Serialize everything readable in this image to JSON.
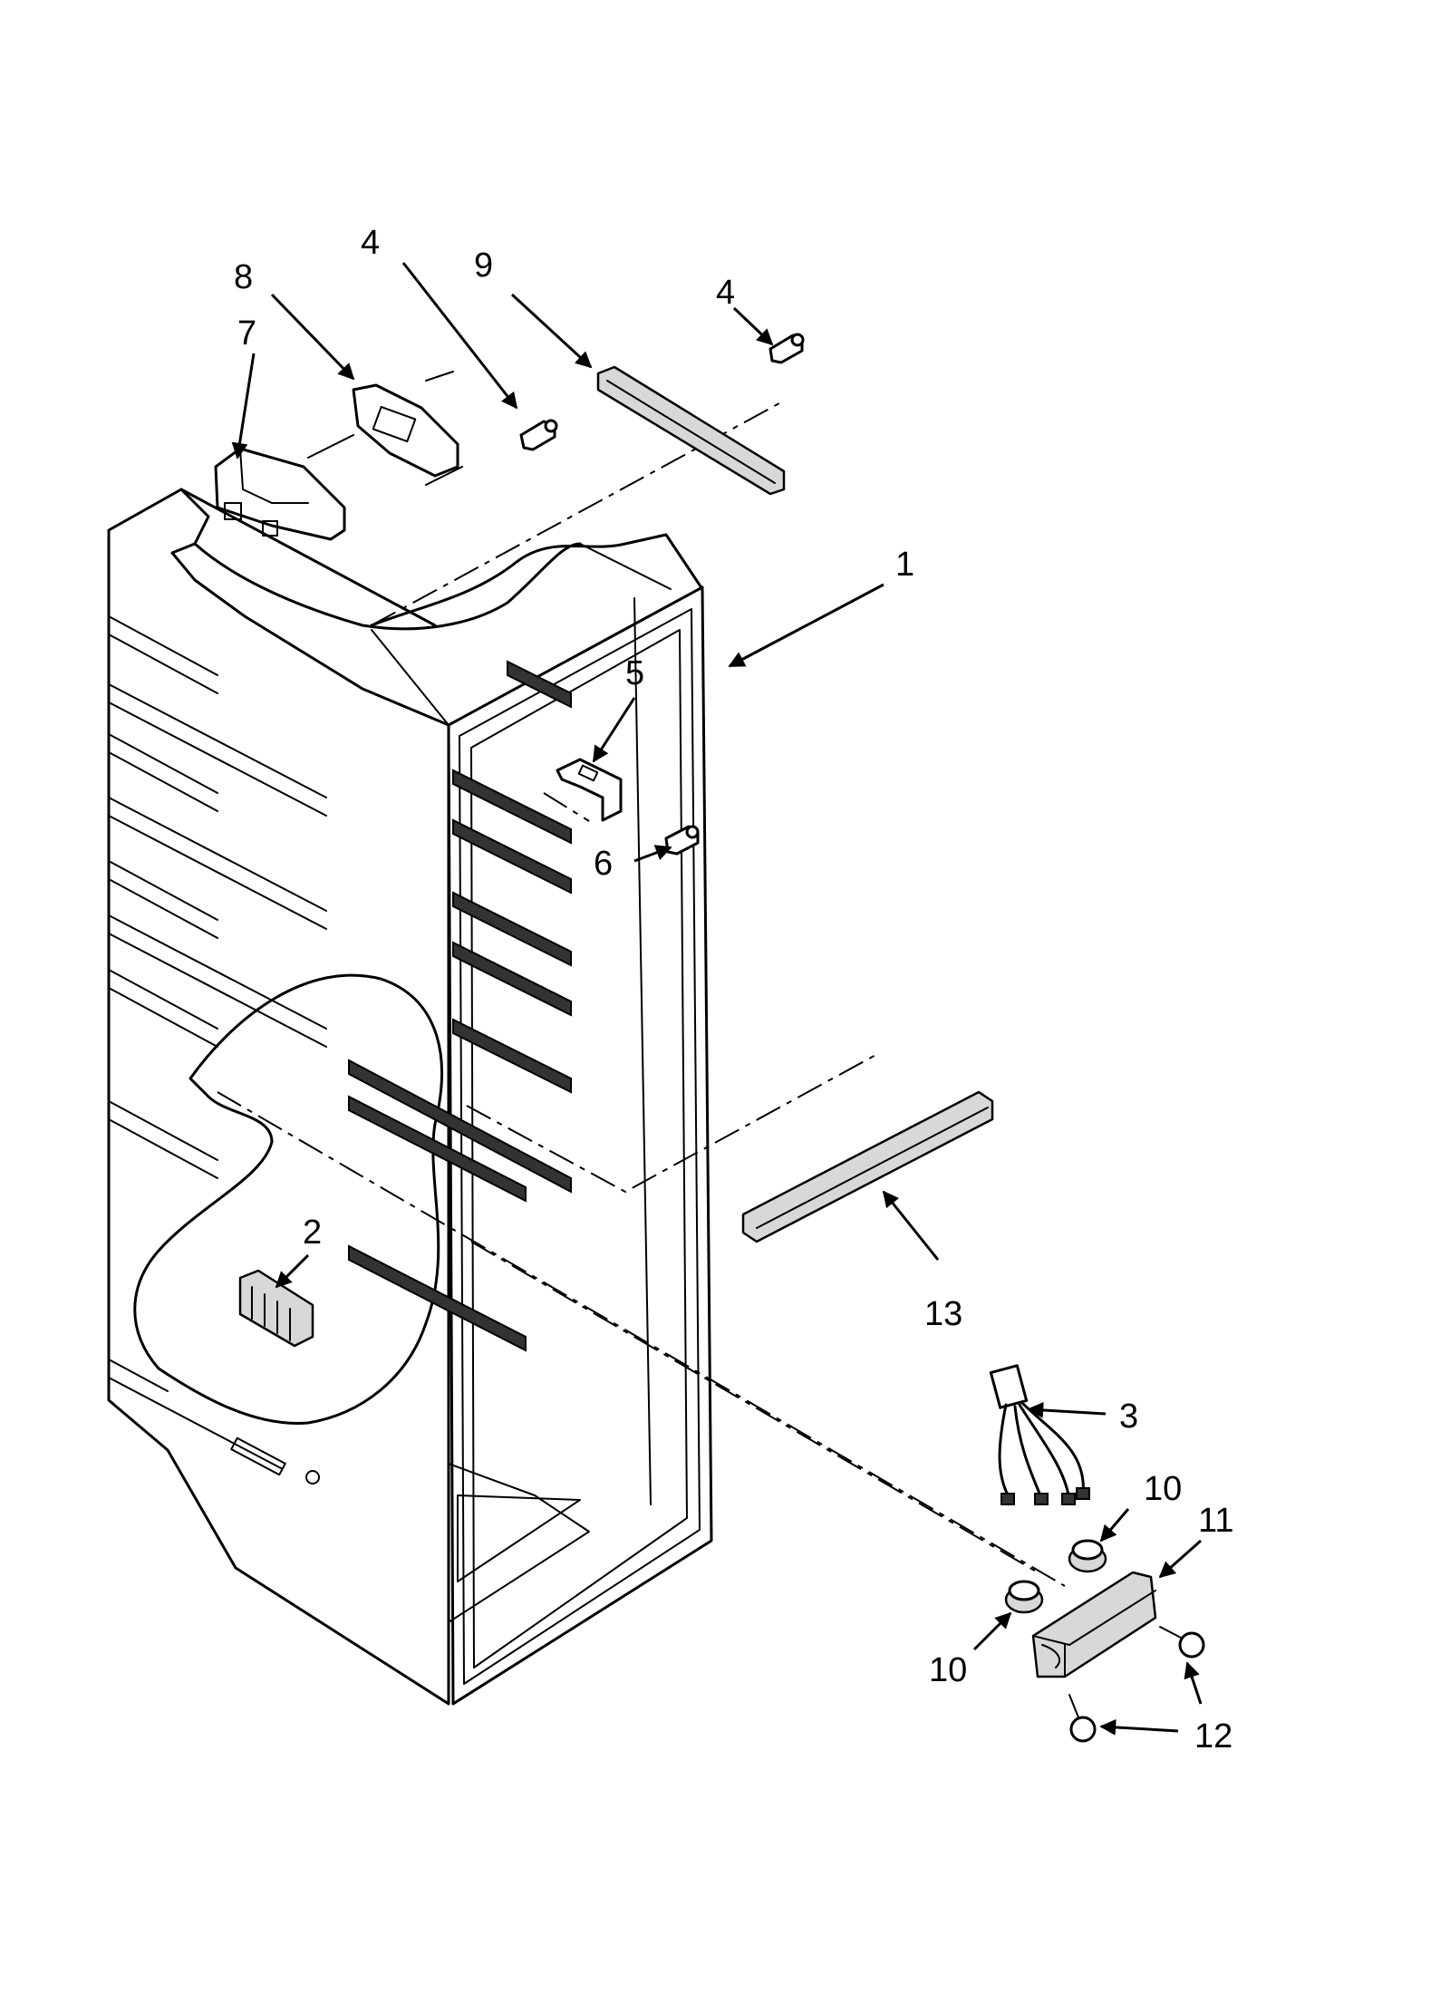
{
  "callouts": [
    {
      "label": "4"
    },
    {
      "label": "8"
    },
    {
      "label": "9"
    },
    {
      "label": "4"
    },
    {
      "label": "7"
    },
    {
      "label": "1"
    },
    {
      "label": "5"
    },
    {
      "label": "6"
    },
    {
      "label": "2"
    },
    {
      "label": "13"
    },
    {
      "label": "3"
    },
    {
      "label": "10"
    },
    {
      "label": "11"
    },
    {
      "label": "10"
    },
    {
      "label": "12"
    }
  ],
  "icon_names": [
    "refrigerator-liner-part",
    "screw-part",
    "bracket-part",
    "rail-part",
    "light-housing-part",
    "wire-harness-part",
    "bulb-part",
    "socket-part",
    "cover-part"
  ]
}
